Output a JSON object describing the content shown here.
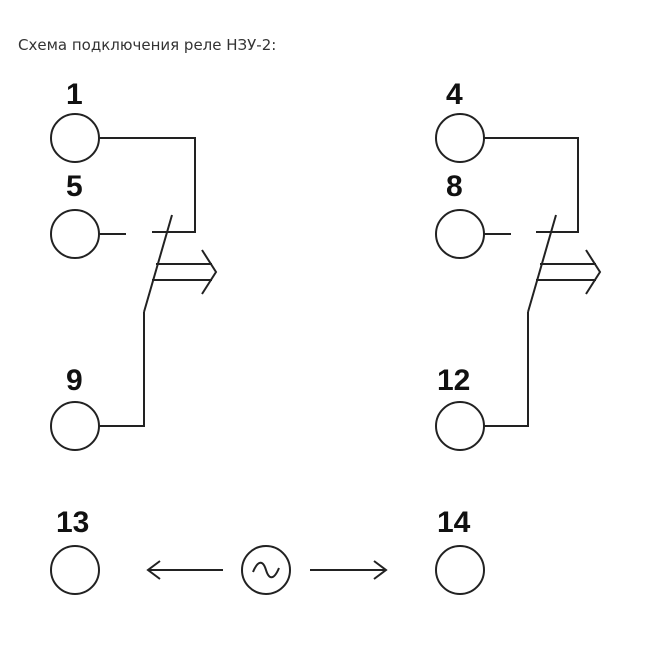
{
  "caption": "Схема подключения реле НЗУ-2:",
  "terminals": {
    "t1": "1",
    "t5": "5",
    "t9": "9",
    "t4": "4",
    "t8": "8",
    "t12": "12",
    "t13": "13",
    "t14": "14"
  },
  "icons": {
    "supply": "ac-sine-icon",
    "arrow_left": "arrow-left-icon",
    "arrow_right": "arrow-right-icon",
    "actuator": "mechanical-link-arrow-icon"
  },
  "colors": {
    "line": "#222222",
    "text": "#111111",
    "caption": "#333333"
  }
}
